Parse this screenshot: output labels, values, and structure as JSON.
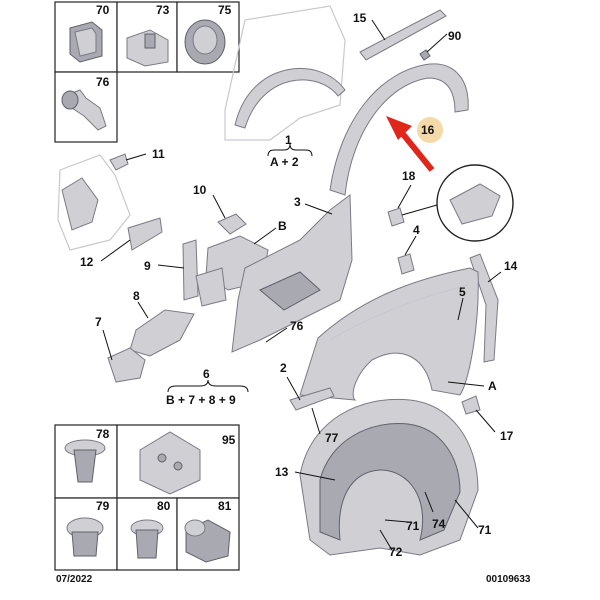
{
  "callouts": {
    "c70": "70",
    "c73": "73",
    "c75": "75",
    "c76a": "76",
    "c15": "15",
    "c90": "90",
    "c16": "16",
    "c1": "1",
    "c1sub": "A + 2",
    "c11": "11",
    "c10": "10",
    "cB": "B",
    "c3": "3",
    "c18": "18",
    "c12": "12",
    "c9": "9",
    "c4": "4",
    "c14": "14",
    "c8": "8",
    "c5": "5",
    "c7": "7",
    "c76b": "76",
    "c6": "6",
    "c6sub": "B + 7 + 8 + 9",
    "c2": "2",
    "cA": "A",
    "c17": "17",
    "c77": "77",
    "c78": "78",
    "c95": "95",
    "c13": "13",
    "c74": "74",
    "c71a": "71",
    "c71b": "71",
    "c72": "72",
    "c79": "79",
    "c80": "80",
    "c81": "81"
  },
  "footer": {
    "date": "07/2022",
    "ref": "00109633"
  },
  "colors": {
    "arrow": "#e0251b",
    "highlight": "#f5d9a8",
    "part_fill": "#cfcfd4"
  }
}
